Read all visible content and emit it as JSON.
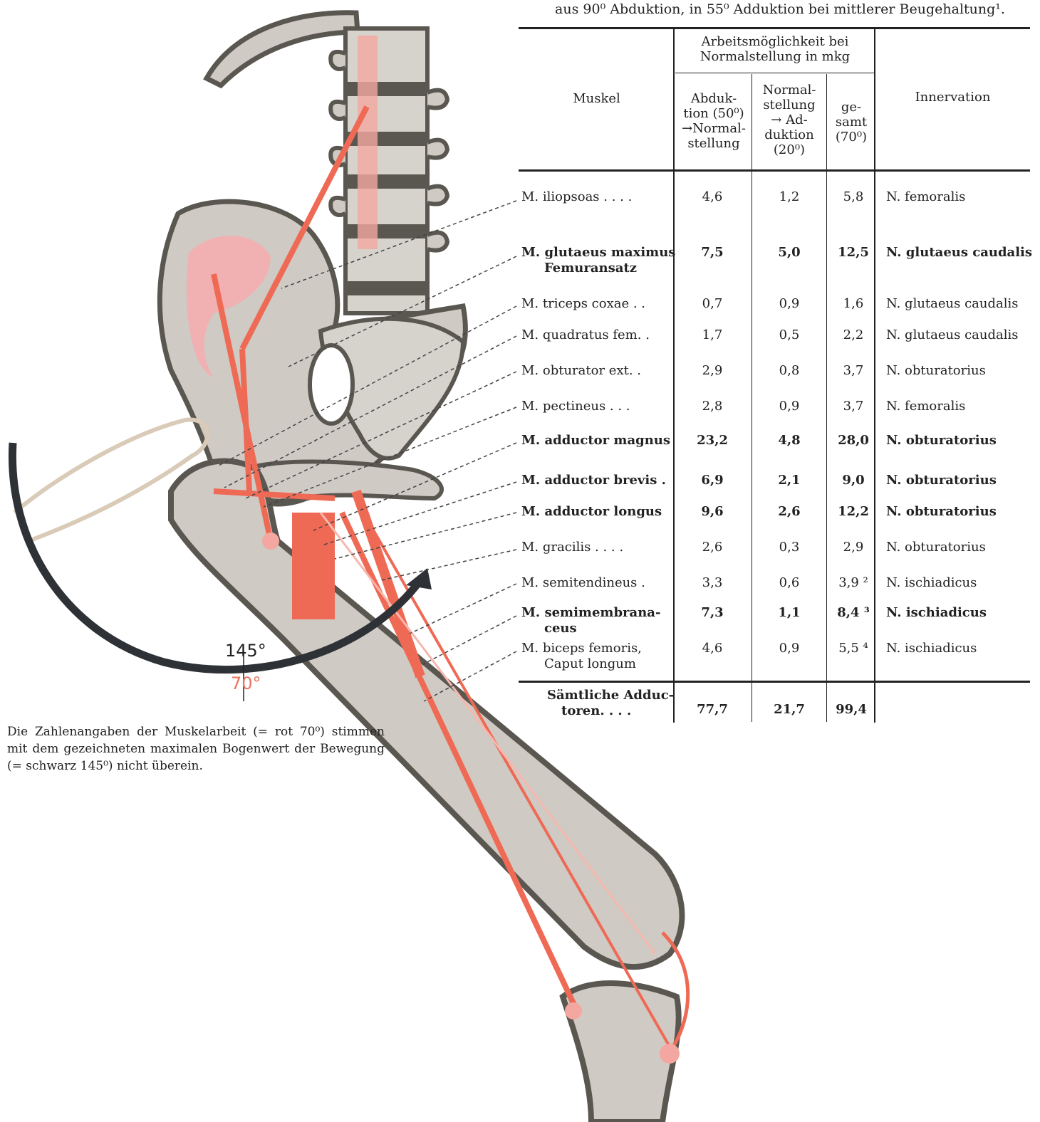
{
  "header_line": "aus 90⁰ Abduktion, in 55⁰ Adduktion bei mittlerer Beugehaltung¹.",
  "table": {
    "col_muskel": "Muskel",
    "group_header": [
      "Arbeitsmöglichkeit bei",
      "Normalstellung in mkg"
    ],
    "col_abd": [
      "Abduk-",
      "tion (50⁰)",
      "→Normal-",
      "stellung"
    ],
    "col_norm": [
      "Normal-",
      "stellung",
      "→ Ad-",
      "duktion",
      "(20⁰)"
    ],
    "col_ges": [
      "ge-",
      "samt",
      "(70⁰)"
    ],
    "col_innervation": "Innervation",
    "rows": [
      {
        "muskel": [
          "M. iliopsoas  .  .  .  ."
        ],
        "abd": "4,6",
        "norm": "1,2",
        "ges": "5,8",
        "nerv": "N. femoralis",
        "bold": false
      },
      {
        "muskel": [
          "M. glutaeus maximus",
          "Femuransatz"
        ],
        "abd": "7,5",
        "norm": "5,0",
        "ges": "12,5",
        "nerv": "N. glutaeus caudalis",
        "bold": true
      },
      {
        "muskel": [
          "M. triceps coxae .  ."
        ],
        "abd": "0,7",
        "norm": "0,9",
        "ges": "1,6",
        "nerv": "N. glutaeus caudalis",
        "bold": false
      },
      {
        "muskel": [
          "M. quadratus fem.  ."
        ],
        "abd": "1,7",
        "norm": "0,5",
        "ges": "2,2",
        "nerv": "N. glutaeus caudalis",
        "bold": false
      },
      {
        "muskel": [
          "M. obturator ext.   ."
        ],
        "abd": "2,9",
        "norm": "0,8",
        "ges": "3,7",
        "nerv": "N. obturatorius",
        "bold": false
      },
      {
        "muskel": [
          "M. pectineus   .  .  ."
        ],
        "abd": "2,8",
        "norm": "0,9",
        "ges": "3,7",
        "nerv": "N. femoralis",
        "bold": false
      },
      {
        "muskel": [
          "M. adductor magnus"
        ],
        "abd": "23,2",
        "norm": "4,8",
        "ges": "28,0",
        "nerv": "N. obturatorius",
        "bold": true
      },
      {
        "muskel": [
          "M. adductor brevis ."
        ],
        "abd": "6,9",
        "norm": "2,1",
        "ges": "9,0",
        "nerv": "N. obturatorius",
        "bold": true
      },
      {
        "muskel": [
          "M. adductor longus"
        ],
        "abd": "9,6",
        "norm": "2,6",
        "ges": "12,2",
        "nerv": "N. obturatorius",
        "bold": true
      },
      {
        "muskel": [
          "M. gracilis   .  .  .  ."
        ],
        "abd": "2,6",
        "norm": "0,3",
        "ges": "2,9",
        "nerv": "N. obturatorius",
        "bold": false
      },
      {
        "muskel": [
          "M. semitendineus     ."
        ],
        "abd": "3,3",
        "norm": "0,6",
        "ges": "3,9 ²",
        "nerv": "N. ischiadicus",
        "bold": false
      },
      {
        "muskel": [
          "M. semimembrana-",
          "ceus"
        ],
        "abd": "7,3",
        "norm": "1,1",
        "ges": "8,4 ³",
        "nerv": "N. ischiadicus",
        "bold": true
      },
      {
        "muskel": [
          "M. biceps femoris,",
          "Caput longum"
        ],
        "abd": "4,6",
        "norm": "0,9",
        "ges": "5,5 ⁴",
        "nerv": "N. ischiadicus",
        "bold": false
      }
    ],
    "total": {
      "label": [
        "Sämtliche Adduc-",
        "toren.  .  .  ."
      ],
      "abd": "77,7",
      "norm": "21,7",
      "ges": "99,4"
    }
  },
  "angle_black": "145°",
  "angle_red": "70°",
  "caption": "Die Zahlenangaben der Muskelarbeit (= rot 70⁰) stimmen mit dem gezeichneten maximalen Bogenwert der Bewegung (= schwarz 145⁰) nicht überein.",
  "colors": {
    "bone": "#cfcac4",
    "bone_outline": "#5a5650",
    "muscle": "#ef6a55",
    "muscle_light": "#f6b8ae",
    "arc": "#2e3236",
    "ink": "#222222"
  }
}
